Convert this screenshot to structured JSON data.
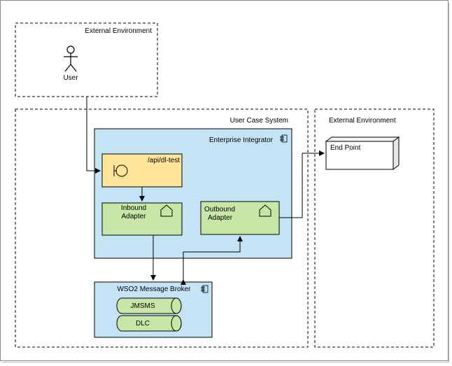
{
  "external_top": {
    "label": "External Environment"
  },
  "actor": {
    "label": "User"
  },
  "system": {
    "label": "User Case System"
  },
  "external_right": {
    "label": "External Environment"
  },
  "endpoint": {
    "label": "End Point"
  },
  "integrator": {
    "label": "Enterprise Integrator"
  },
  "api": {
    "label": "/api/dl-test"
  },
  "inbound": {
    "label_line1": "Inbound",
    "label_line2": "Adapter"
  },
  "outbound": {
    "label_line1": "Outbound",
    "label_line2": "Adapter"
  },
  "broker": {
    "label": "WSO2 Message Broker"
  },
  "queues": [
    {
      "label": "JMSMS"
    },
    {
      "label": "DLC"
    }
  ],
  "colors": {
    "container_fill": "#c4e3f5",
    "api_fill": "#ffe59a",
    "adapter_fill": "#c8e6a6",
    "queue_fill": "#c8e6a6",
    "endpoint_fill": "#ffffff",
    "stroke": "#000000"
  }
}
